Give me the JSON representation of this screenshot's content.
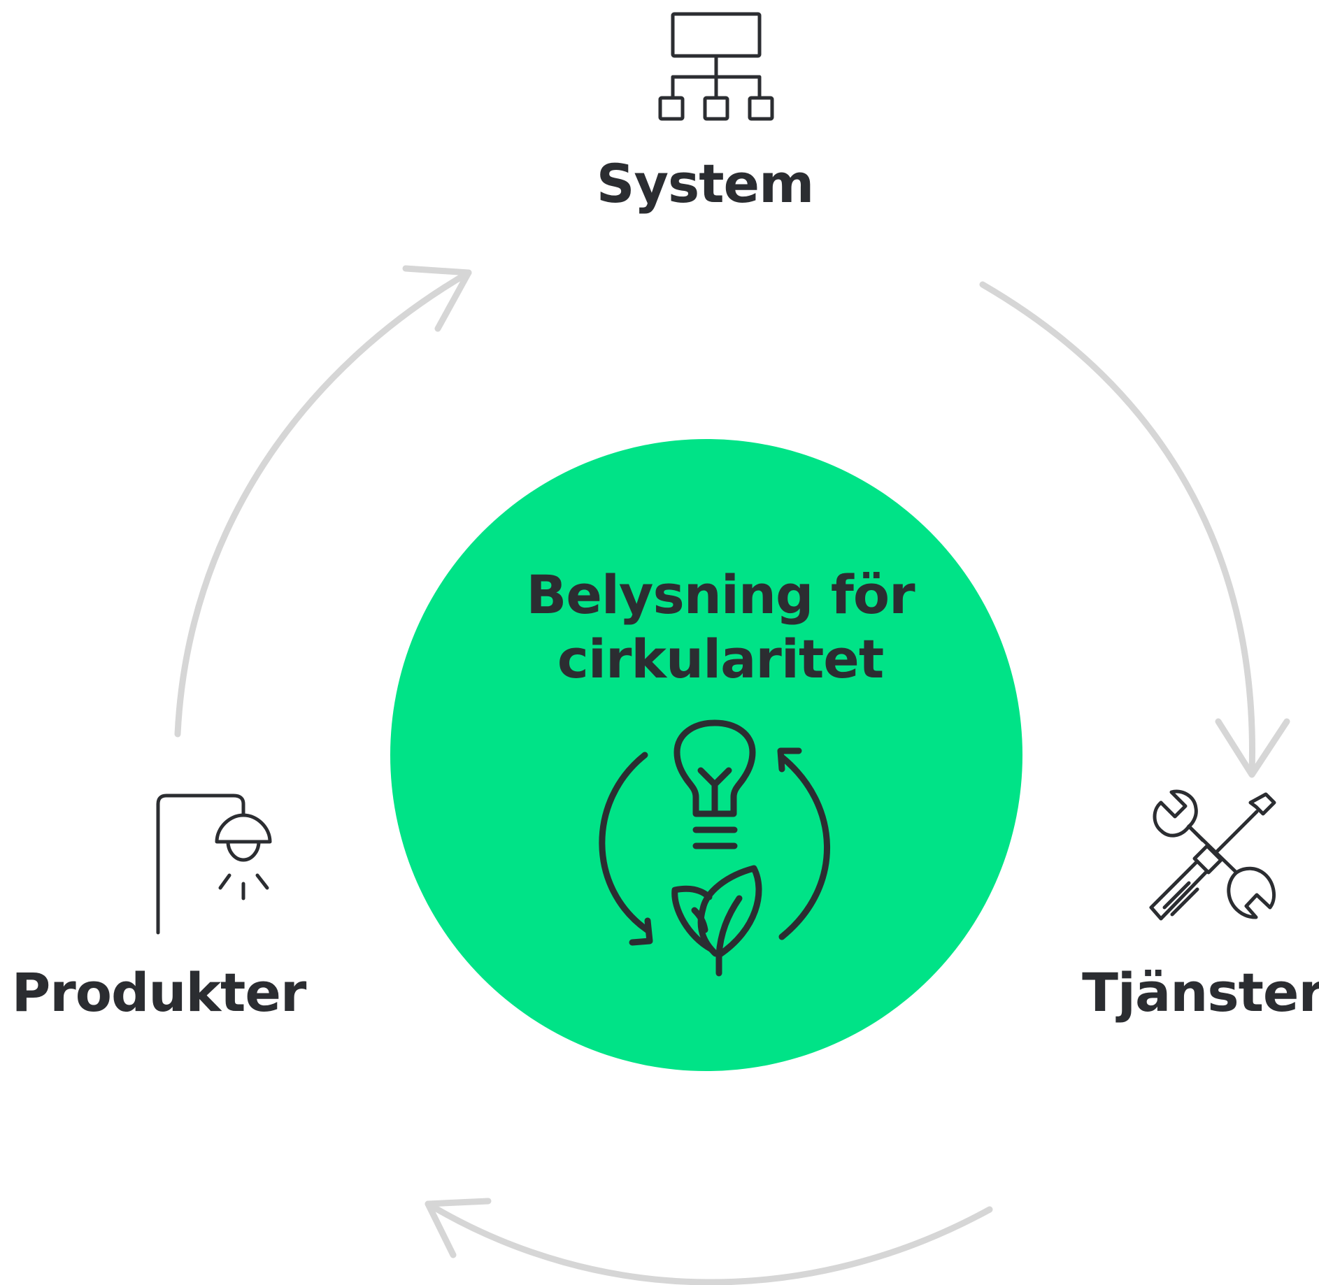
{
  "colors": {
    "background": "#ffffff",
    "center_circle": "#00e387",
    "arrow": "#d6d6d6",
    "icon_stroke": "#2b2d31",
    "text": "#2b2d31"
  },
  "center": {
    "title_line1": "Belysning för",
    "title_line2": "cirkularitet",
    "icon": "lightbulb-leaf-recycle-icon"
  },
  "nodes": {
    "system": {
      "label": "System",
      "icon": "hierarchy-icon"
    },
    "produkter": {
      "label": "Produkter",
      "icon": "pendant-lamp-icon"
    },
    "tjanster": {
      "label": "Tjänster",
      "icon": "wrench-screwdriver-icon"
    }
  },
  "flow": [
    "Produkter",
    "System",
    "Tjänster",
    "Produkter"
  ]
}
